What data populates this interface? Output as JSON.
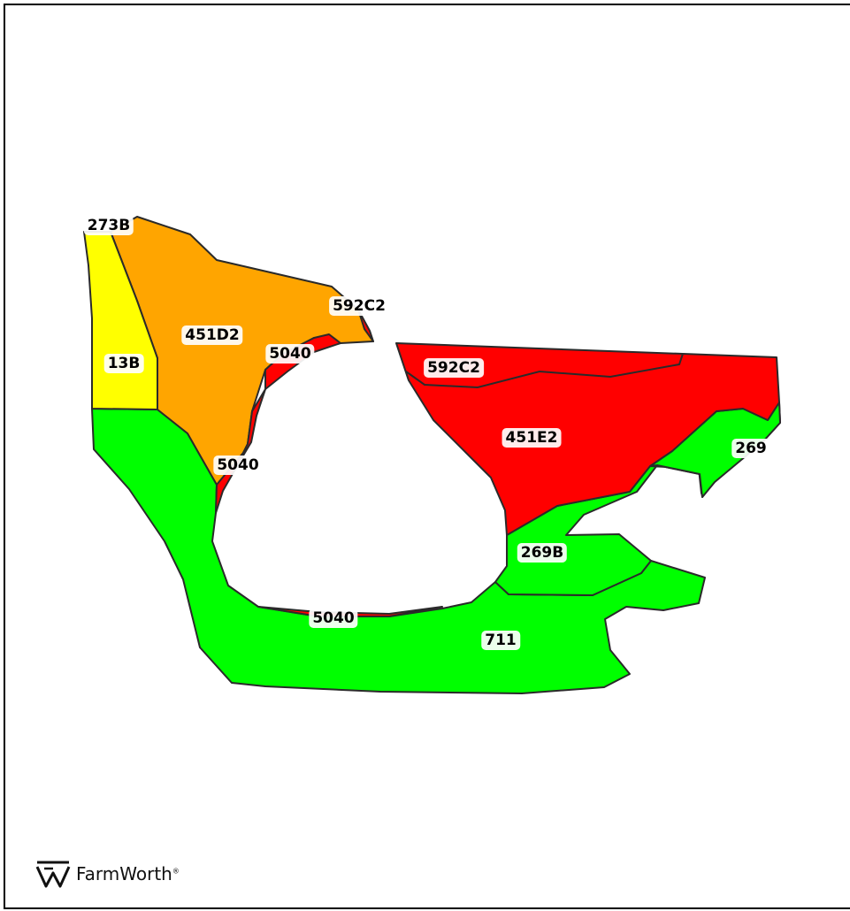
{
  "brand": {
    "name": "FarmWorth",
    "registered_mark": "®",
    "icon": "farmworth-logo-icon"
  },
  "colors": {
    "green": "#00ff00",
    "yellow": "#ffff00",
    "orange": "#ffa500",
    "red": "#ff0000",
    "dark_red": "#c00000"
  },
  "zones": [
    {
      "id": "z-13b",
      "soil": "13B",
      "color": "yellow"
    },
    {
      "id": "z-451d2",
      "soil": "451D2",
      "color": "orange"
    },
    {
      "id": "z-592c2-w",
      "soil": "592C2",
      "color": "red"
    },
    {
      "id": "z-5040-a",
      "soil": "5040",
      "color": "red"
    },
    {
      "id": "z-5040-b",
      "soil": "5040",
      "color": "red"
    },
    {
      "id": "z-592c2-e",
      "soil": "592C2",
      "color": "red"
    },
    {
      "id": "z-451e2",
      "soil": "451E2",
      "color": "red"
    },
    {
      "id": "z-269",
      "soil": "269",
      "color": "green"
    },
    {
      "id": "z-269b",
      "soil": "269B",
      "color": "green"
    },
    {
      "id": "z-711",
      "soil": "711",
      "color": "green"
    },
    {
      "id": "z-5040-c",
      "soil": "5040",
      "color": "red"
    }
  ],
  "labels": {
    "l273b": "273B",
    "l13b": "13B",
    "l451d2": "451D2",
    "l592c2_w": "592C2",
    "l5040_a": "5040",
    "l5040_b": "5040",
    "l592c2_e": "592C2",
    "l451e2": "451E2",
    "l269": "269",
    "l269b": "269B",
    "l5040_c": "5040",
    "l711": "711"
  }
}
